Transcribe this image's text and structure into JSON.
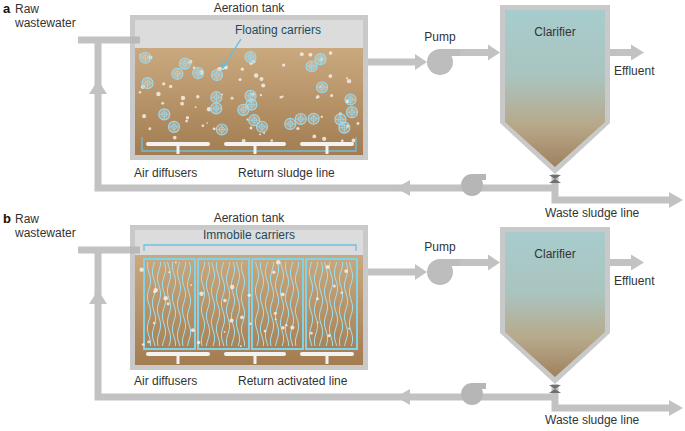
{
  "diagram": {
    "nodes": [
      {
        "text": [
          "Aeration tank",
          "Floating carriers"
        ]
      },
      {
        "text": [
          "Pump"
        ]
      },
      {
        "text": [
          "Clarifier"
        ]
      },
      {
        "text": [
          "Aeration tank",
          "Immobile carriers"
        ]
      },
      {
        "text": [
          "Pump"
        ]
      },
      {
        "text": [
          "Clarifier"
        ]
      }
    ],
    "edges": [
      {
        "from": 0,
        "to": 1,
        "arrow": "to"
      },
      {
        "from": 1,
        "to": 2,
        "arrow": "to"
      },
      {
        "from": 3,
        "to": 4,
        "arrow": "to"
      },
      {
        "from": 4,
        "to": 5,
        "arrow": "to"
      }
    ],
    "labels": [
      "a",
      "Raw wastewater",
      "Air diffusers",
      "Return sludge line",
      "Effluent",
      "Waste sludge line",
      "b",
      "Raw wastewater",
      "Air diffusers",
      "Return activated line",
      "Effluent",
      "Waste sludge line"
    ]
  }
}
